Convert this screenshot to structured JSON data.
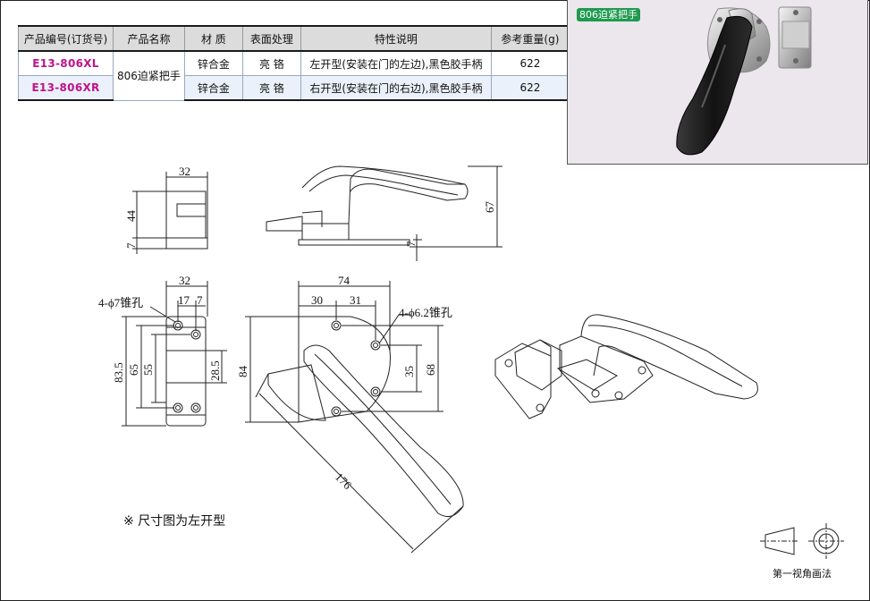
{
  "table": {
    "headers": [
      "产品编号(订货号)",
      "产品名称",
      "材 质",
      "表面处理",
      "特性说明",
      "参考重量(g)"
    ],
    "rows": [
      {
        "code": "E13-806XL",
        "material": "锌合金",
        "finish": "亮 铬",
        "feature": "左开型(安装在门的左边),黑色胶手柄",
        "weight": "622"
      },
      {
        "code": "E13-806XR",
        "material": "锌合金",
        "finish": "亮 铬",
        "feature": "右开型(安装在门的右边),黑色胶手柄",
        "weight": "622"
      }
    ],
    "product_name": "806迫紧把手"
  },
  "photo": {
    "label": "806迫紧把手"
  },
  "drawing": {
    "dims": {
      "d32_top": "32",
      "d44": "44",
      "d7_side": "7",
      "d67": "67",
      "d7_front": "7",
      "d32_mid": "32",
      "d17": "17",
      "d7b": "7",
      "hole_left": "4-ϕ7锥孔",
      "d83_5": "83.5",
      "d65": "65",
      "d55": "55",
      "d28_5": "28.5",
      "d74": "74",
      "d30": "30",
      "d31": "31",
      "hole_right": "4-ϕ6.2锥孔",
      "d84": "84",
      "d35": "35",
      "d68": "68",
      "d176": "176"
    }
  },
  "note": "※ 尺寸图为左开型",
  "projection": "第一视角画法",
  "colors": {
    "code": "#c0128a",
    "header_bg": "#dcdcdc",
    "row_alt": "#eaf1fa",
    "label_green": "#1f9a4e",
    "photo_bg": "#ebe7ed"
  }
}
